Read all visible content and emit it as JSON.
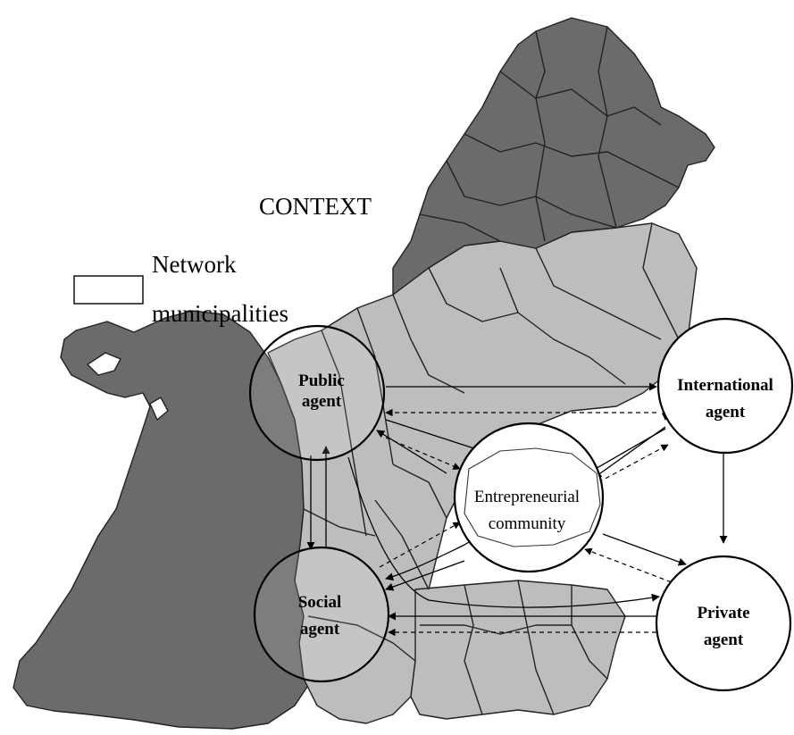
{
  "context_label": "CONTEXT",
  "legend": {
    "label_line1": "Network",
    "label_line2": "municipalities"
  },
  "nodes": {
    "public": {
      "line1": "Public",
      "line2": "agent"
    },
    "international": {
      "line1": "International",
      "line2": "agent"
    },
    "entrepreneurial": {
      "line1": "Entrepreneurial",
      "line2": "community"
    },
    "social": {
      "line1": "Social",
      "line2": "agent"
    },
    "private": {
      "line1": "Private",
      "line2": "agent"
    }
  },
  "colors": {
    "dark_region": "#6b6b6b",
    "light_region": "#bdbdbd",
    "border": "#222222",
    "circle_fill_on_map": "rgba(255,255,255,0.15)",
    "circle_fill_white": "#ffffff"
  }
}
